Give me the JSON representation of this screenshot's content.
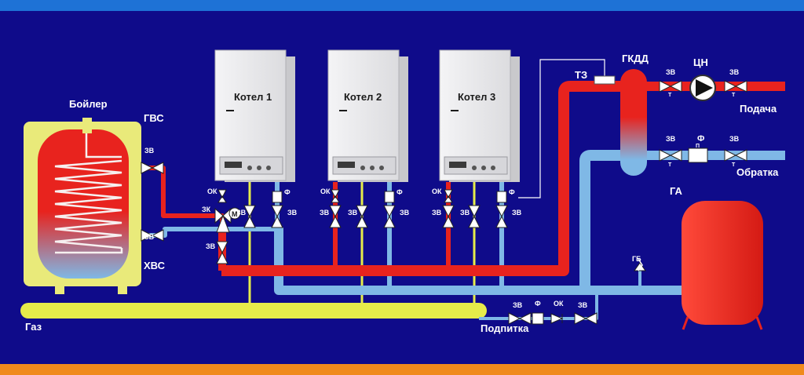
{
  "colors": {
    "background": "#0f0b8a",
    "top_bar": "#1e72d6",
    "bottom_bar": "#f08a1c",
    "hot_pipe": "#e8231e",
    "cold_pipe": "#7fb8e6",
    "gas_pipe": "#e6ec4a",
    "tank": "#e8231e"
  },
  "labels": {
    "boiler": "Бойлер",
    "gvs": "ГВС",
    "hvs": "ХВС",
    "gas": "Газ",
    "kotel1": "Котел 1",
    "kotel2": "Котел 2",
    "kotel3": "Котел 3",
    "tz": "ТЗ",
    "gkdd": "ГКДД",
    "cn": "ЦН",
    "podacha": "Подача",
    "obratka": "Обратка",
    "ga": "ГА",
    "gb": "ГБ",
    "podpitka": "Подпитка",
    "zv": "ЗВ",
    "ok": "ОК",
    "f": "Ф",
    "zk": "ЗК",
    "m": "М",
    "t": "Т",
    "p": "П"
  },
  "icons": [
    "pump-icon",
    "valve-icon",
    "check-valve-icon",
    "filter-icon",
    "three-way-valve-icon",
    "safety-valve-icon"
  ]
}
